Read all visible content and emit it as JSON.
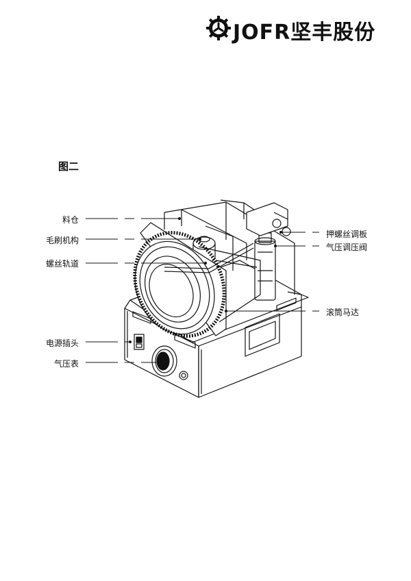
{
  "header": {
    "logo_text": "JOFR坚丰股份",
    "logo_icon": "gear-icon"
  },
  "figure": {
    "title": "图二",
    "left_labels": [
      "料仓",
      "毛刷机构",
      "螺丝轨道",
      "电源插头",
      "气压表"
    ],
    "right_labels": [
      "押螺丝调板",
      "气压调压阀",
      "滚筒马达"
    ]
  }
}
